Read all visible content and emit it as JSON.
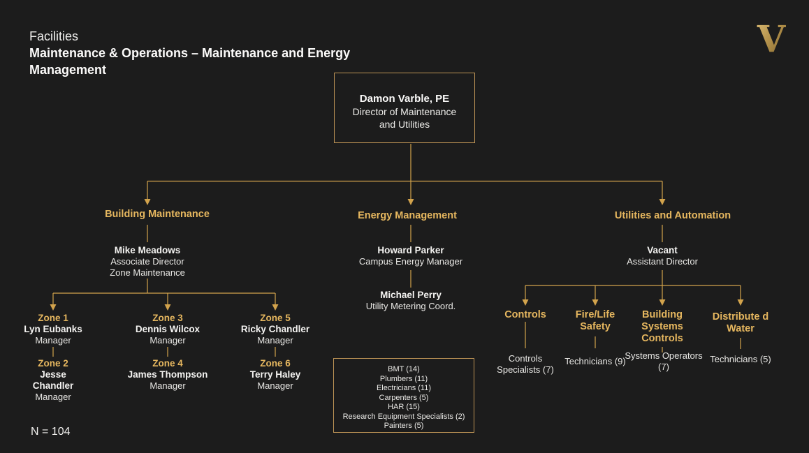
{
  "page": {
    "background_color": "#1C1C1C",
    "accent_gold": "#E6B75F",
    "line_gold": "#D2A34C",
    "border_gold": "#BD9355",
    "text_white": "#F1F0EE"
  },
  "header": {
    "eyebrow": "Facilities",
    "title": "Maintenance & Operations – Maintenance and Energy Management",
    "logo_letter": "V"
  },
  "footnote": "N = 104",
  "root": {
    "name": "Damon Varble, PE",
    "title": "Director of Maintenance and Utilities"
  },
  "building": {
    "heading": "Building Maintenance",
    "lead": {
      "name": "Mike Meadows",
      "title1": "Associate Director",
      "title2": "Zone Maintenance"
    },
    "zones": [
      {
        "zone": "Zone 1",
        "name": "Lyn Eubanks",
        "title": "Manager"
      },
      {
        "zone": "Zone 2",
        "name": "Jesse Chandler",
        "title": "Manager"
      },
      {
        "zone": "Zone 3",
        "name": "Dennis Wilcox",
        "title": "Manager"
      },
      {
        "zone": "Zone 4",
        "name": "James Thompson",
        "title": "Manager"
      },
      {
        "zone": "Zone 5",
        "name": "Ricky Chandler",
        "title": "Manager"
      },
      {
        "zone": "Zone 6",
        "name": "Terry Haley",
        "title": "Manager"
      }
    ]
  },
  "energy": {
    "heading": "Energy Management",
    "staff": [
      {
        "name": "Howard Parker",
        "title": "Campus Energy Manager"
      },
      {
        "name": "Michael Perry",
        "title": "Utility Metering Coord."
      }
    ],
    "pool": [
      "BMT (14)",
      "Plumbers (11)",
      "Electricians (11)",
      "Carpenters (5)",
      "HAR (15)",
      "Research Equipment Specialists (2)",
      "Painters (5)"
    ]
  },
  "utilities": {
    "heading": "Utilities and Automation",
    "lead": {
      "name": "Vacant",
      "title": "Assistant Director"
    },
    "groups": [
      {
        "heading": "Controls",
        "staff": "Controls Specialists (7)"
      },
      {
        "heading": "Fire/Life Safety",
        "staff": "Technicians (9)"
      },
      {
        "heading": "Building Systems Controls",
        "staff": "Systems Operators (7)"
      },
      {
        "heading": "Distribute d Water",
        "staff": "Technicians (5)"
      }
    ]
  }
}
